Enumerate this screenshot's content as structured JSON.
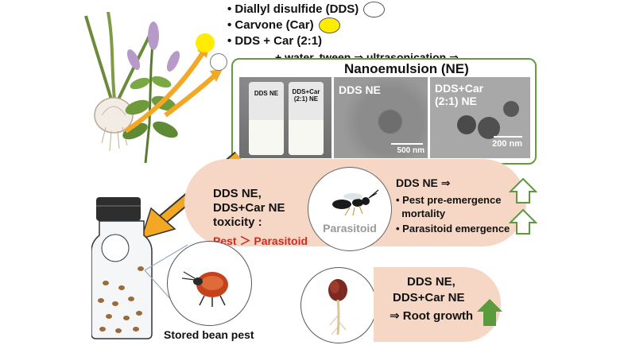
{
  "legend": {
    "items": [
      {
        "label": "• Diallyl disulfide (DDS)",
        "color": "#ffffff"
      },
      {
        "label": "• Carvone (Car)",
        "color": "#ffec00"
      },
      {
        "label": "• DDS + Car (2:1)"
      }
    ],
    "process": "+ water, tween ⇒ ultrasonication ⇒"
  },
  "nanoemulsion": {
    "title": "Nanoemulsion (NE)",
    "vial_labels": [
      "DDS NE",
      "DDS+Car\n(2:1) NE"
    ],
    "tem_panels": [
      {
        "label": "DDS NE",
        "scale": "500 nm",
        "scale_small": "500 nm"
      },
      {
        "label": "DDS+Car\n(2:1) NE",
        "scale": "200 nm",
        "scale_small": "200 nm"
      }
    ]
  },
  "toxicity": {
    "line1": "DDS NE,",
    "line2": "DDS+Car NE",
    "line3": "toxicity :",
    "result": "Pest ＞ Parasitoid"
  },
  "parasitoid": {
    "label": "Parasitoid",
    "effects_title": "DDS NE ⇒",
    "effects": [
      "• Pest pre-emergence",
      "  mortality",
      "• Parasitoid emergence"
    ]
  },
  "root": {
    "line1": "DDS NE,",
    "line2": "DDS+Car NE",
    "line3": "⇒ Root growth"
  },
  "pest": {
    "label": "Stored bean pest"
  },
  "colors": {
    "green_border": "#6a9a40",
    "salmon": "#f6d6c4",
    "arrow_orange": "#f2a824",
    "arrow_green": "#5b9a3d",
    "red_text": "#d32a1e"
  }
}
